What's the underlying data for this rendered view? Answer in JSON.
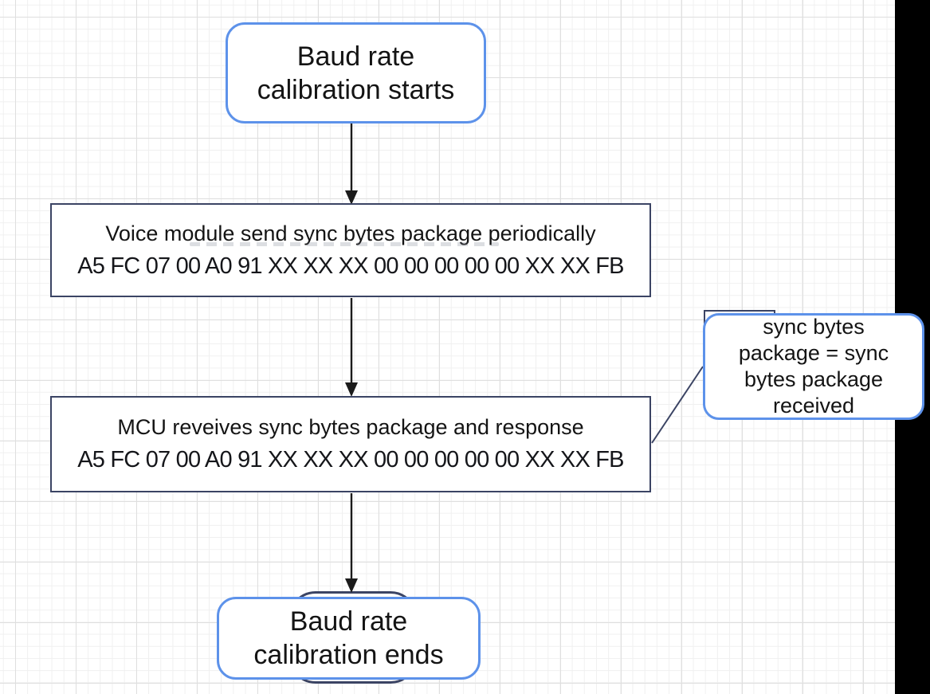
{
  "colors": {
    "accent_blue": "#5d92ea",
    "shape_border": "#3b4464",
    "arrow_black": "#1b1b1b",
    "text_dark": "#141414",
    "grid_minor": "#f0f0f0",
    "grid_major": "#dfdfdf",
    "canvas_bg": "#ffffff",
    "edge_black": "#000000"
  },
  "nodes": {
    "start": {
      "line1": "Baud rate",
      "line2": "calibration starts"
    },
    "send": {
      "title": "Voice module send sync bytes package periodically",
      "bytes": "A5 FC 07 00 A0 91 XX XX XX 00 00 00 00 00 XX XX FB"
    },
    "receive": {
      "title": "MCU reveives sync bytes package and response",
      "bytes": "A5 FC 07 00 A0 91 XX XX XX 00 00 00 00 00 XX XX FB"
    },
    "end": {
      "line1": "Baud rate",
      "line2": "calibration ends"
    },
    "callout": {
      "line1": "sync bytes",
      "line2": "package = sync",
      "line3": "bytes package",
      "line4": "received"
    }
  }
}
